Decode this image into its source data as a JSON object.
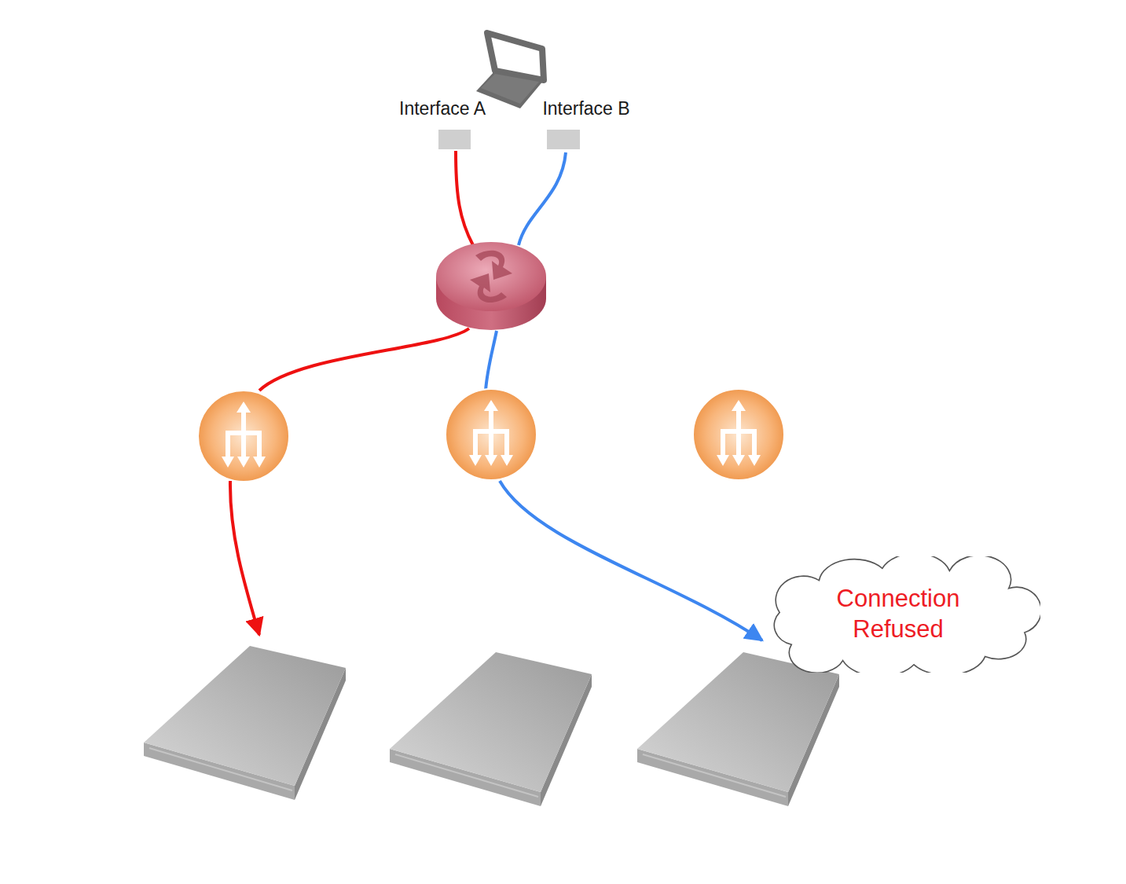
{
  "diagram": {
    "nodes": [
      {
        "text": [
          "Interface A"
        ]
      },
      {
        "text": [
          "Interface B"
        ]
      },
      {
        "text": [
          "Connection Refused"
        ]
      }
    ]
  }
}
